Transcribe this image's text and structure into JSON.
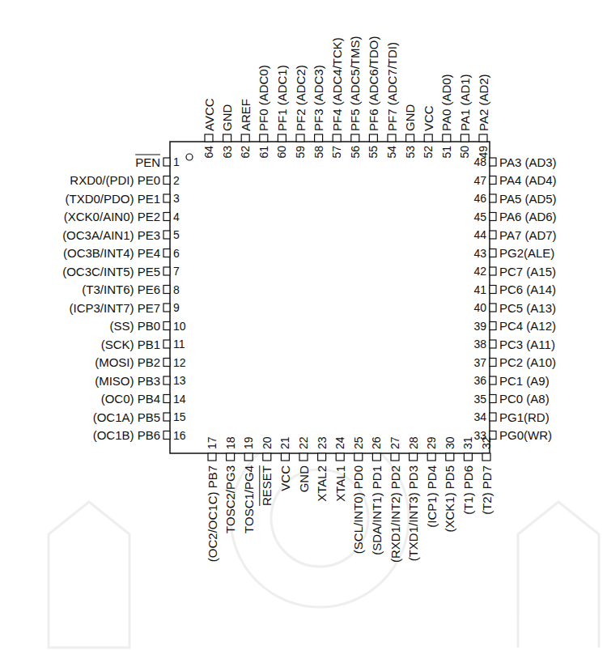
{
  "diagram": {
    "labels": [
      "1",
      "PEN",
      "2",
      "RXD0/(PDI) PE0",
      "3",
      "(TXD0/PDO) PE1",
      "4",
      "(XCK0/AIN0) PE2",
      "5",
      "(OC3A/AIN1) PE3",
      "6",
      "(OC3B/INT4) PE4",
      "7",
      "(OC3C/INT5) PE5",
      "8",
      "(T3/INT6) PE6",
      "9",
      "(ICP3/INT7) PE7",
      "10",
      "(SS) PB0",
      "11",
      "(SCK) PB1",
      "12",
      "(MOSI) PB2",
      "13",
      "(MISO) PB3",
      "14",
      "(OC0) PB4",
      "15",
      "(OC1A) PB5",
      "16",
      "(OC1B) PB6",
      "17",
      "(OC2/OC1C) PB7",
      "18",
      "TOSC2/PG3",
      "19",
      "TOSC1/PG4",
      "20",
      "RESET",
      "21",
      "VCC",
      "22",
      "GND",
      "23",
      "XTAL2",
      "24",
      "XTAL1",
      "25",
      "(SCL/INT0) PD0",
      "26",
      "(SDA/INT1) PD1",
      "27",
      "(RXD1/INT2) PD2",
      "28",
      "(TXD1/INT3) PD3",
      "29",
      "(ICP1) PD4",
      "30",
      "(XCK1) PD5",
      "31",
      "(T1) PD6",
      "32",
      "(T2) PD7",
      "33",
      "PG0(WR)",
      "34",
      "PG1(RD)",
      "35",
      "PC0 (A8)",
      "36",
      "PC1 (A9)",
      "37",
      "PC2 (A10)",
      "38",
      "PC3 (A11)",
      "39",
      "PC4 (A12)",
      "40",
      "PC5 (A13)",
      "41",
      "PC6 (A14)",
      "42",
      "PC7 (A15)",
      "43",
      "PG2(ALE)",
      "44",
      "PA7 (AD7)",
      "45",
      "PA6 (AD6)",
      "46",
      "PA5 (AD5)",
      "47",
      "PA4 (AD4)",
      "48",
      "PA3 (AD3)",
      "49",
      "PA2 (AD2)",
      "50",
      "PA1 (AD1)",
      "51",
      "PA0 (AD0)",
      "52",
      "VCC",
      "53",
      "GND",
      "54",
      "PF7 (ADC7/TDI)",
      "55",
      "PF6 (ADC6/TDO)",
      "56",
      "PF5 (ADC5/TMS)",
      "57",
      "PF4 (ADC4/TCK)",
      "58",
      "PF3 (ADC3)",
      "59",
      "PF2 (ADC2)",
      "60",
      "PF1 (ADC1)",
      "61",
      "PF0 (ADC0)",
      "62",
      "AREF",
      "63",
      "GND",
      "64",
      "AVCC"
    ]
  }
}
